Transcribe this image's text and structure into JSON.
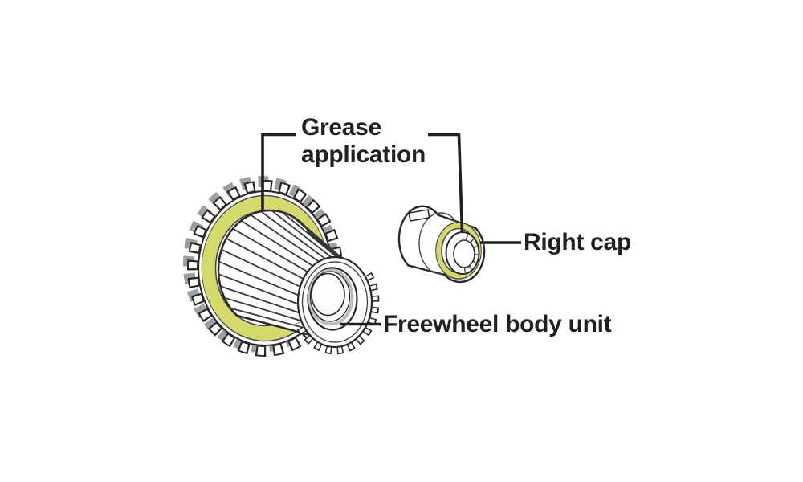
{
  "labels": {
    "grease_line1": "Grease",
    "grease_line2": "application",
    "right_cap": "Right cap",
    "freewheel_body_unit": "Freewheel body unit"
  },
  "colors": {
    "background": "#ffffff",
    "ink": "#2a2627",
    "text": "#231f20",
    "grease": "#d3d96b",
    "shade_gray": "#9aa0a3"
  }
}
